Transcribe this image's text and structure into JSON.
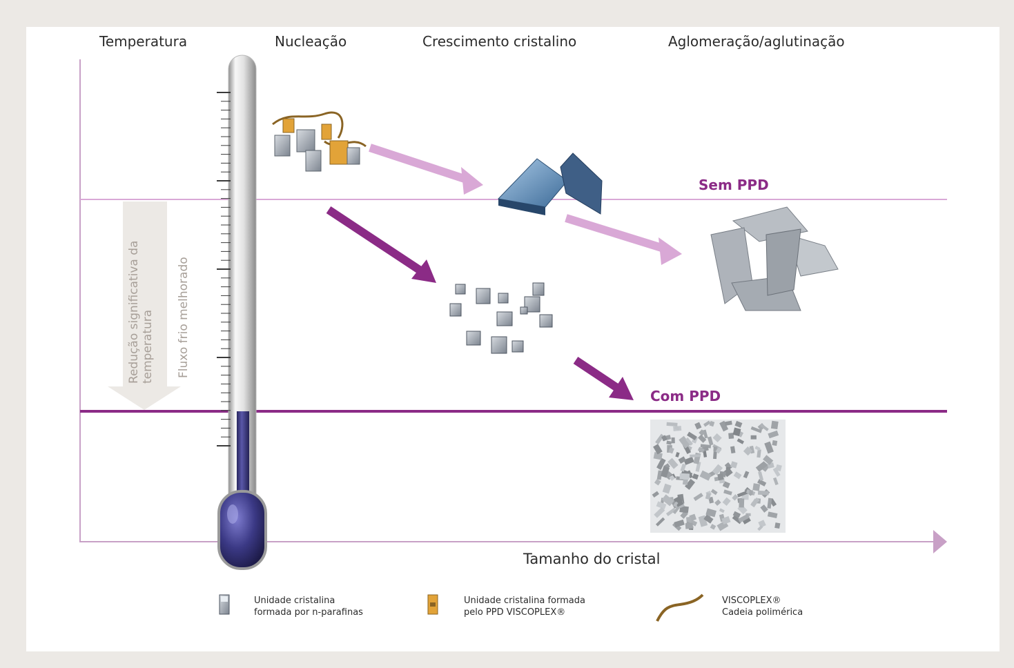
{
  "headings": {
    "temperature": "Temperatura",
    "nucleation": "Nucleação",
    "crystal_growth": "Crescimento cristalino",
    "agglomeration": "Aglomeração/aglutinação"
  },
  "x_axis_label": "Tamanho do cristal",
  "lines": {
    "without_ppd": "Sem PPD",
    "with_ppd": "Com PPD"
  },
  "arrow_notes": {
    "temp_reduction_line1": "Redução significativa da",
    "temp_reduction_line2": "temperatura",
    "cold_flow": "Fluxo frio melhorado"
  },
  "legend": [
    {
      "icon": "paraffin-crystal-unit-icon",
      "line1": "Unidade cristalina",
      "line2": "formada por n-parafinas"
    },
    {
      "icon": "ppd-crystal-unit-icon",
      "line1": "Unidade cristalina formada",
      "line2": "pelo PPD VISCOPLEX®"
    },
    {
      "icon": "polymer-chain-icon",
      "line1": "VISCOPLEX®",
      "line2": "Cadeia polimérica"
    }
  ],
  "colors": {
    "purple": "#8b2b86",
    "light_purple": "#d9a8d6",
    "axis": "#c8a0c6",
    "mercury": "#39366f",
    "background": "#ece9e5"
  }
}
